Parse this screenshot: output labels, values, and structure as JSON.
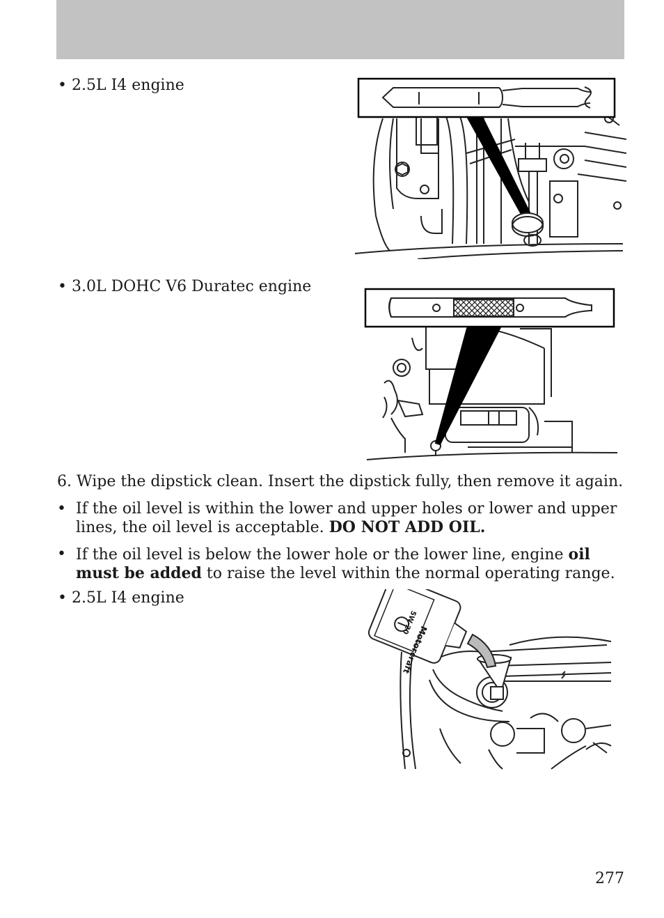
{
  "bullets": {
    "engine_25_top": "2.5L I4 engine",
    "engine_30": "3.0L DOHC V6 Duratec engine",
    "engine_25_bottom": "2.5L I4 engine"
  },
  "step6": "6. Wipe the dipstick clean. Insert the dipstick fully, then remove it again.",
  "item_acceptable": {
    "text": "If the oil level is within the lower and upper holes or lower and upper lines, the oil level is acceptable.",
    "bold": "DO NOT ADD OIL."
  },
  "item_add": {
    "text_before": "If the oil level is below the lower hole or the lower line, engine",
    "bold": "oil must be added",
    "text_after": "to raise the level within the normal operating range."
  },
  "bottle_brand": "Motorcraft",
  "bottle_grade": "5W-20",
  "page_number": "277"
}
